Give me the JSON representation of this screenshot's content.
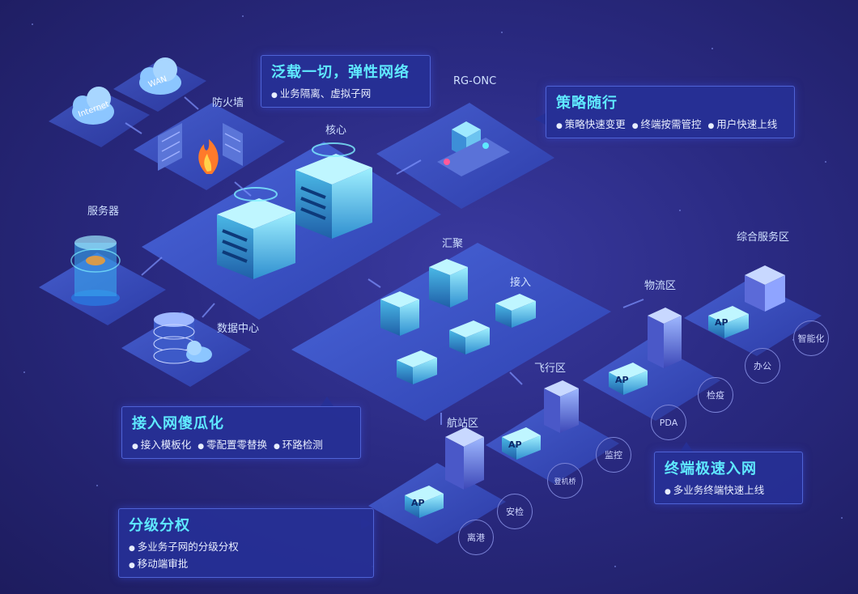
{
  "labels": {
    "wan": "WAN",
    "internet": "Internet",
    "firewall": "防火墙",
    "core": "核心",
    "rg_onc": "RG-ONC",
    "server": "服务器",
    "datacenter": "数据中心",
    "aggregation": "汇聚",
    "access": "接入",
    "logistics": "物流区",
    "service_zone": "综合服务区",
    "flight": "飞行区",
    "terminal": "航站区",
    "ap": "AP"
  },
  "rings": [
    "智能化",
    "办公",
    "检疫",
    "PDA",
    "监控",
    "登机桥",
    "安检",
    "离港"
  ],
  "callouts": {
    "flex": {
      "title": "泛载一切，弹性网络",
      "items": [
        "业务隔离、虚拟子网"
      ]
    },
    "policy": {
      "title": "策略随行",
      "items": [
        "策略快速变更",
        "终端按需管控",
        "用户快速上线"
      ]
    },
    "access_simple": {
      "title": "接入网傻瓜化",
      "items": [
        "接入模板化",
        "零配置零替换",
        "环路检测"
      ]
    },
    "terminal_fast": {
      "title": "终端极速入网",
      "items": [
        "多业务终端快速上线"
      ]
    },
    "hierarchy": {
      "title": "分级分权",
      "items": [
        "多业务子网的分级分权",
        "移动端审批"
      ]
    }
  },
  "colors": {
    "accent": "#5fe9ff",
    "platform": "#3a52c8",
    "device": "#6fd4f0"
  }
}
